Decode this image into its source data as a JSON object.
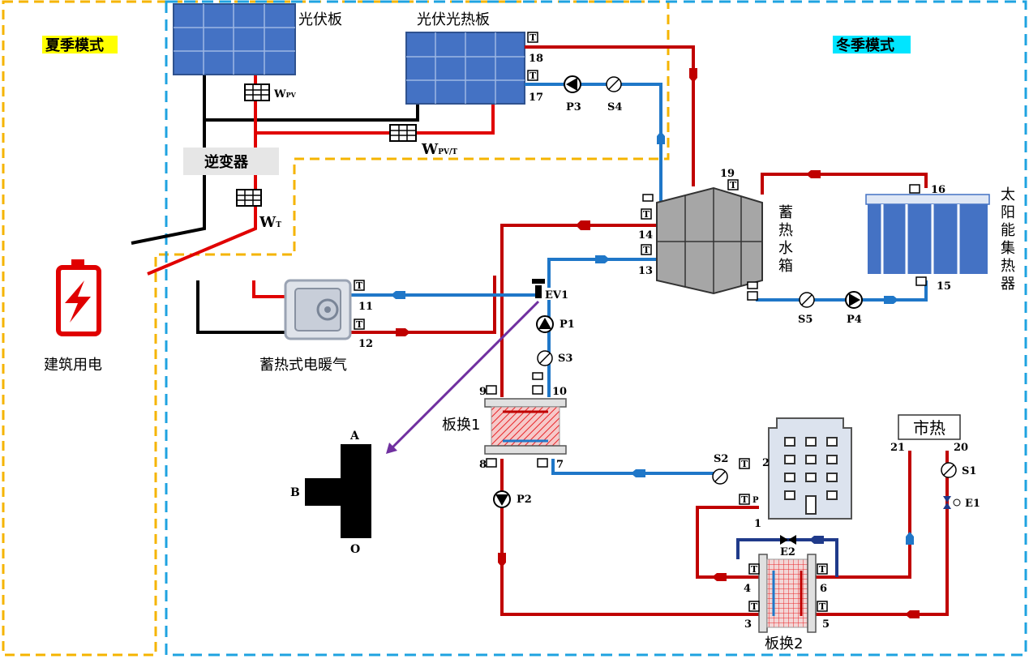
{
  "modes": {
    "summer": "夏季模式",
    "winter": "冬季模式"
  },
  "colors": {
    "hot": "#c00000",
    "cold": "#1f77c8",
    "dark_blue": "#1f3a8a",
    "power": "#000000",
    "summer_border": "#f5b400",
    "winter_border": "#1fa3e0",
    "panel": "#4472c4",
    "hatch": "#e8262a"
  },
  "components": {
    "pv_panel": "光伏板",
    "pvt_panel": "光伏光热板",
    "inverter": "逆变器",
    "building_power": "建筑用电",
    "storage_heater": "蓄热式电暖气",
    "tank": [
      "蓄",
      "热",
      "水",
      "箱"
    ],
    "solar_collector": [
      "太",
      "阳",
      "能",
      "集",
      "热",
      "器"
    ],
    "plate_hx1": "板换1",
    "plate_hx2": "板换2",
    "city_heat": "市热"
  },
  "meters": {
    "w_pv": "W",
    "w_pv_sub": "PV",
    "w_pvt": "W",
    "w_pvt_sub": "PV/T",
    "w_t": "W",
    "w_t_sub": "T"
  },
  "devices": {
    "p1": "P1",
    "p2": "P2",
    "p3": "P3",
    "p4": "P4",
    "s1": "S1",
    "s2": "S2",
    "s3": "S3",
    "s4": "S4",
    "s5": "S5",
    "ev1": "EV1",
    "e1": "E1",
    "e2": "E2"
  },
  "points": {
    "n1": "1",
    "n2": "2",
    "n3": "3",
    "n4": "4",
    "n5": "5",
    "n6": "6",
    "n7": "7",
    "n8": "8",
    "n9": "9",
    "n10": "10",
    "n11": "11",
    "n12": "12",
    "n13": "13",
    "n14": "14",
    "n15": "15",
    "n16": "16",
    "n17": "17",
    "n18": "18",
    "n19": "19",
    "n20": "20",
    "n21": "21"
  },
  "valve_ports": {
    "a": "A",
    "b": "B",
    "o": "O"
  },
  "sensor_glyphs": {
    "t": "T",
    "p": "P"
  }
}
